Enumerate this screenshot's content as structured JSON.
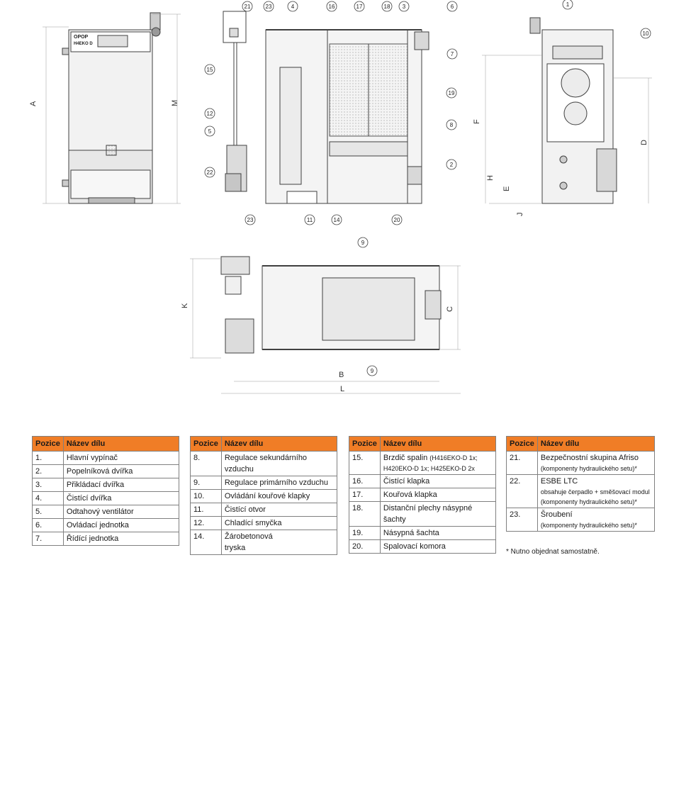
{
  "callouts": [
    "1",
    "2",
    "3",
    "4",
    "5",
    "6",
    "7",
    "8",
    "9",
    "10",
    "11",
    "12",
    "14",
    "15",
    "16",
    "17",
    "18",
    "19",
    "20",
    "21",
    "22",
    "23"
  ],
  "dimensions": {
    "a": "A",
    "m": "M",
    "f": "F",
    "d": "D",
    "h": "H",
    "e": "E",
    "j": "J",
    "k": "K",
    "c": "C",
    "b": "B",
    "l": "L"
  },
  "brand": {
    "logo": "OPOP",
    "model": "H4EKO D"
  },
  "table_headers": {
    "pos": "Pozice",
    "name": "Název dílu"
  },
  "tables": [
    {
      "rows": [
        {
          "pos": "1.",
          "name": "Hlavní vypínač"
        },
        {
          "pos": "2.",
          "name": "Popelníková dvířka"
        },
        {
          "pos": "3.",
          "name": "Přikládací dvířka"
        },
        {
          "pos": "4.",
          "name": "Čistící dvířka"
        },
        {
          "pos": "5.",
          "name": "Odtahový ventilátor"
        },
        {
          "pos": "6.",
          "name": "Ovládací jednotka"
        },
        {
          "pos": "7.",
          "name": "Řídící jednotka"
        }
      ]
    },
    {
      "rows": [
        {
          "pos": "8.",
          "name": "Regulace sekundárního vzduchu"
        },
        {
          "pos": "9.",
          "name": "Regulace primárního vzduchu"
        },
        {
          "pos": "10.",
          "name": "Ovládání kouřové klapky"
        },
        {
          "pos": "11.",
          "name": "Čistící otvor"
        },
        {
          "pos": "12.",
          "name": "Chladící smyčka"
        },
        {
          "pos": "14.",
          "name": "Žárobetonová",
          "name2": "tryska"
        }
      ]
    },
    {
      "rows": [
        {
          "pos": "15.",
          "name": "Brzdič spalin",
          "sub_inline": "(H416EKO-D 1x;",
          "sub": "H420EKO-D 1x; H425EKO-D 2x"
        },
        {
          "pos": "16.",
          "name": "Čistící klapka"
        },
        {
          "pos": "17.",
          "name": "Kouřová klapka"
        },
        {
          "pos": "18.",
          "name": "Distanční plechy násypné šachty"
        },
        {
          "pos": "19.",
          "name": "Násypná šachta"
        },
        {
          "pos": "20.",
          "name": "Spalovací komora"
        }
      ]
    },
    {
      "rows": [
        {
          "pos": "21.",
          "name": "Bezpečnostní skupina Afriso",
          "sub": "(komponenty hydraulického setu)*"
        },
        {
          "pos": "22.",
          "name": "ESBE LTC",
          "sub": "obsahuje čerpadlo + směšovací modul",
          "sub2": "(komponenty hydraulického setu)*"
        },
        {
          "pos": "23.",
          "name": "Šroubení",
          "sub": "(komponenty hydraulického setu)*"
        }
      ]
    }
  ],
  "footnote": "* Nutno objednat samostatně.",
  "colors": {
    "header": "#f07d26",
    "line": "#404040",
    "border": "#808080"
  }
}
